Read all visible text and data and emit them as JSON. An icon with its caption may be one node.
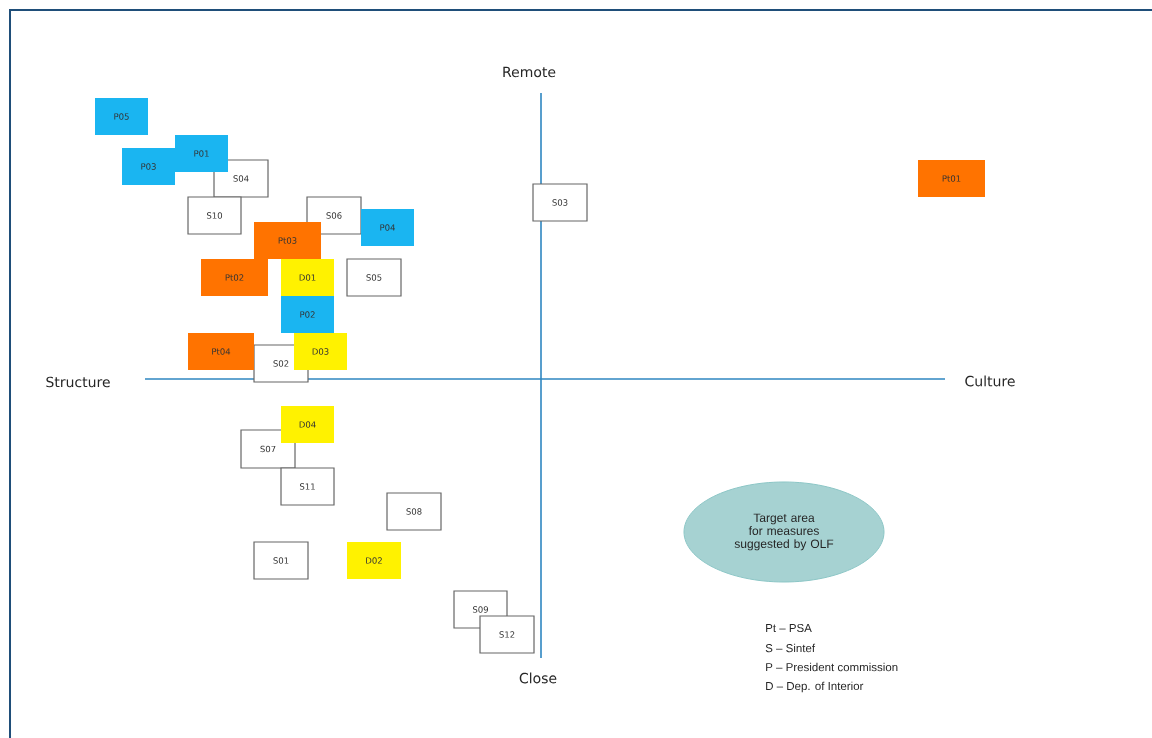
{
  "diagram": {
    "nodes": [
      {
        "text": [
          "P05"
        ]
      },
      {
        "text": [
          "P01"
        ]
      },
      {
        "text": [
          "P03"
        ]
      },
      {
        "text": [
          "S04"
        ]
      },
      {
        "text": [
          "Pt01"
        ]
      },
      {
        "text": [
          "S03"
        ]
      },
      {
        "text": [
          "S06"
        ]
      },
      {
        "text": [
          "S10"
        ]
      },
      {
        "text": [
          "P04"
        ]
      },
      {
        "text": [
          "Pt03"
        ]
      },
      {
        "text": [
          "Pt02"
        ]
      },
      {
        "text": [
          "D01"
        ]
      },
      {
        "text": [
          "S05"
        ]
      },
      {
        "text": [
          "P02"
        ]
      },
      {
        "text": [
          "Pt04"
        ]
      },
      {
        "text": [
          "D03"
        ]
      },
      {
        "text": [
          "S02"
        ]
      },
      {
        "text": [
          "D04"
        ]
      },
      {
        "text": [
          "S07"
        ]
      },
      {
        "text": [
          "S11"
        ]
      },
      {
        "text": [
          "S08"
        ]
      },
      {
        "text": [
          "S01"
        ]
      },
      {
        "text": [
          "D02"
        ]
      },
      {
        "text": [
          "S09"
        ]
      },
      {
        "text": [
          "S12"
        ]
      },
      {
        "text": [
          "Target area for measures suggested by OLF"
        ]
      }
    ],
    "labels": [
      "Remote",
      "Structure",
      "Culture",
      "Close",
      "Pt – PSA",
      "S – Sintef",
      "P – President commission",
      "D – Dep. of Interior"
    ]
  }
}
